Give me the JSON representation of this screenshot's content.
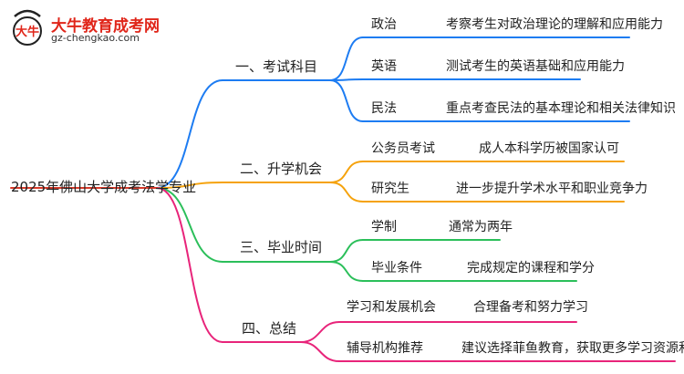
{
  "logo": {
    "name": "大牛教育成考网",
    "url": "gz-chengkao.com",
    "mark_text": "大牛"
  },
  "root": {
    "label": "2025年佛山大学成考法学专业"
  },
  "branches": [
    {
      "label": "一、考试科目",
      "color": "#1d7cf2",
      "items": [
        {
          "label": "政治",
          "desc": "考察考生对政治理论的理解和应用能力"
        },
        {
          "label": "英语",
          "desc": "测试考生的英语基础和应用能力"
        },
        {
          "label": "民法",
          "desc": "重点考查民法的基本理论和相关法律知识"
        }
      ]
    },
    {
      "label": "二、升学机会",
      "color": "#f5a20c",
      "items": [
        {
          "label": "公务员考试",
          "desc": "成人本科学历被国家认可"
        },
        {
          "label": "研究生",
          "desc": "进一步提升学术水平和职业竞争力"
        }
      ]
    },
    {
      "label": "三、毕业时间",
      "color": "#2bbf5a",
      "items": [
        {
          "label": "学制",
          "desc": "通常为两年"
        },
        {
          "label": "毕业条件",
          "desc": "完成规定的课程和学分"
        }
      ]
    },
    {
      "label": "四、总结",
      "color": "#e8247a",
      "items": [
        {
          "label": "学习和发展机会",
          "desc": "合理备考和努力学习"
        },
        {
          "label": "辅导机构推荐",
          "desc": "建议选择菲鱼教育，获取更多学习资源和指导"
        }
      ]
    }
  ]
}
